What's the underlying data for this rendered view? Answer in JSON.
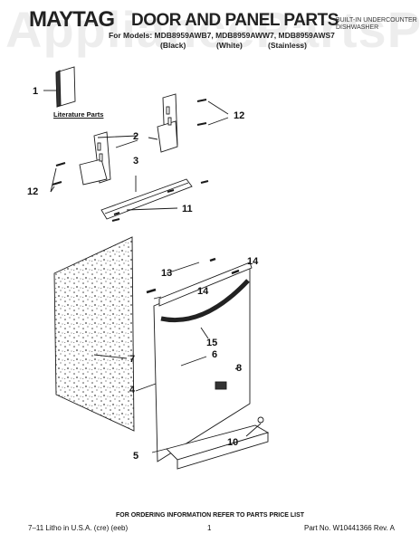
{
  "header": {
    "brand": "MAYTAG",
    "title": "DOOR AND PANEL PARTS",
    "appliance_type": [
      "BUILT-IN UNDERCOUNTER",
      "DISHWASHER"
    ],
    "models_line": "For Models: MDB8959AWB7, MDB8959AWW7, MDB8959AWS7",
    "colors": [
      "(Black)",
      "(White)",
      "(Stainless)"
    ]
  },
  "watermark": "AppliancePartsPros.com",
  "literature_label": "Literature Parts",
  "callouts": [
    "1",
    "2",
    "3",
    "4",
    "5",
    "6",
    "7",
    "8",
    "10",
    "11",
    "12",
    "12",
    "13",
    "14",
    "14",
    "15"
  ],
  "footer": {
    "order_info": "FOR ORDERING INFORMATION REFER TO PARTS PRICE LIST",
    "litho": "7–11 Litho in U.S.A. (cre) (eeb)",
    "page": "1",
    "part_no": "Part No. W10441366 Rev. A"
  },
  "colors": {
    "line": "#1a1a1a",
    "speckle": "#444444"
  }
}
